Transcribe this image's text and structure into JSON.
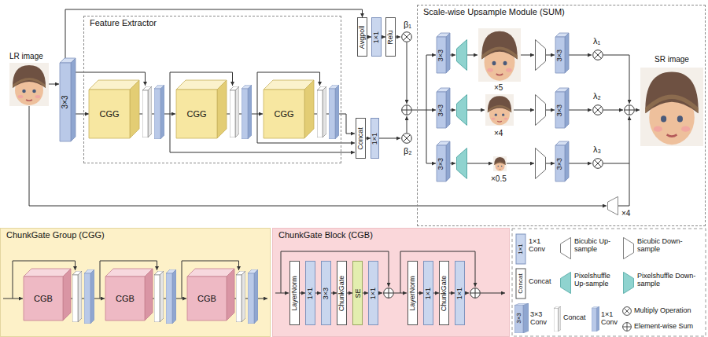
{
  "diagram": {
    "nodes": [
      {
        "text": [
          "3×3"
        ]
      },
      {
        "text": [
          "Feature Extractor"
        ]
      },
      {
        "text": [
          "CGG"
        ],
        "in": 1
      },
      {
        "text": [
          "CGG"
        ],
        "in": 1
      },
      {
        "text": [
          "CGG"
        ],
        "in": 1
      },
      {
        "text": [
          "Avgpoll"
        ]
      },
      {
        "text": [
          "1×1"
        ]
      },
      {
        "text": [
          "Relu"
        ]
      },
      {
        "text": [
          "Concat"
        ]
      },
      {
        "text": [
          "1×1"
        ]
      },
      {
        "text": [
          "Scale-wise Upsample Module (SUM)"
        ]
      },
      {
        "text": [
          "3×3"
        ],
        "in": 10
      },
      {
        "text": [
          "3×3"
        ],
        "in": 10
      },
      {
        "text": [
          "3×3"
        ],
        "in": 10
      },
      {
        "text": [
          "3×3"
        ],
        "in": 10
      },
      {
        "text": [
          "3×3"
        ],
        "in": 10
      },
      {
        "text": [
          "3×3"
        ],
        "in": 10
      },
      {
        "text": [
          "ChunkGate Group (CGG)"
        ]
      },
      {
        "text": [
          "CGB"
        ],
        "in": 17
      },
      {
        "text": [
          "CGB"
        ],
        "in": 17
      },
      {
        "text": [
          "CGB"
        ],
        "in": 17
      },
      {
        "text": [
          "ChunkGate Block (CGB)"
        ]
      },
      {
        "text": [
          "LayerNorm"
        ],
        "in": 21
      },
      {
        "text": [
          "1×1"
        ],
        "in": 21
      },
      {
        "text": [
          "3×3"
        ],
        "in": 21
      },
      {
        "text": [
          "ChunkGate"
        ],
        "in": 21
      },
      {
        "text": [
          "SE"
        ],
        "in": 21
      },
      {
        "text": [
          "1×1"
        ],
        "in": 21
      },
      {
        "text": [
          "LayerNorm"
        ],
        "in": 21
      },
      {
        "text": [
          "1×1"
        ],
        "in": 21
      },
      {
        "text": [
          "ChunkGate"
        ],
        "in": 21
      },
      {
        "text": [
          "1×1"
        ],
        "in": 21
      }
    ],
    "edges": [
      {
        "from": 0,
        "to": 2,
        "arrow": "to"
      },
      {
        "from": 0,
        "to": 5,
        "arrow": "to"
      },
      {
        "from": 5,
        "to": 6,
        "arrow": "to"
      },
      {
        "from": 6,
        "to": 7,
        "arrow": "to"
      },
      {
        "from": 8,
        "to": 9,
        "arrow": "to"
      },
      {
        "from": 22,
        "to": 23,
        "arrow": "to"
      },
      {
        "from": 23,
        "to": 24,
        "arrow": "to"
      },
      {
        "from": 24,
        "to": 25,
        "arrow": "to"
      },
      {
        "from": 25,
        "to": 26,
        "arrow": "to"
      },
      {
        "from": 26,
        "to": 27,
        "arrow": "to"
      },
      {
        "from": 28,
        "to": 29,
        "arrow": "to"
      },
      {
        "from": 29,
        "to": 30,
        "arrow": "to"
      },
      {
        "from": 30,
        "to": 31,
        "arrow": "to"
      }
    ],
    "labels": [
      "LR image",
      "β₁",
      "×5",
      "λ₁",
      "SR image",
      "×4",
      "λ₂",
      "β₂",
      "λ₃",
      "×0.5",
      "×4",
      "1×1",
      "Concat",
      "3×3"
    ],
    "legend": [
      {
        "text": "1×1 Conv"
      },
      {
        "text": "Bicubic Up-sample"
      },
      {
        "text": "Bicubic Down-sample"
      },
      {
        "text": "Concat"
      },
      {
        "text": "Pixelshuffle Up-sample"
      },
      {
        "text": "Pixelshuffle Down-sample"
      },
      {
        "text": "3×3 Conv"
      },
      {
        "text": "Concat"
      },
      {
        "text": "1×1 Conv"
      },
      {
        "text": "Multiply Operation"
      },
      {
        "text": "Element-wise Sum"
      }
    ]
  }
}
